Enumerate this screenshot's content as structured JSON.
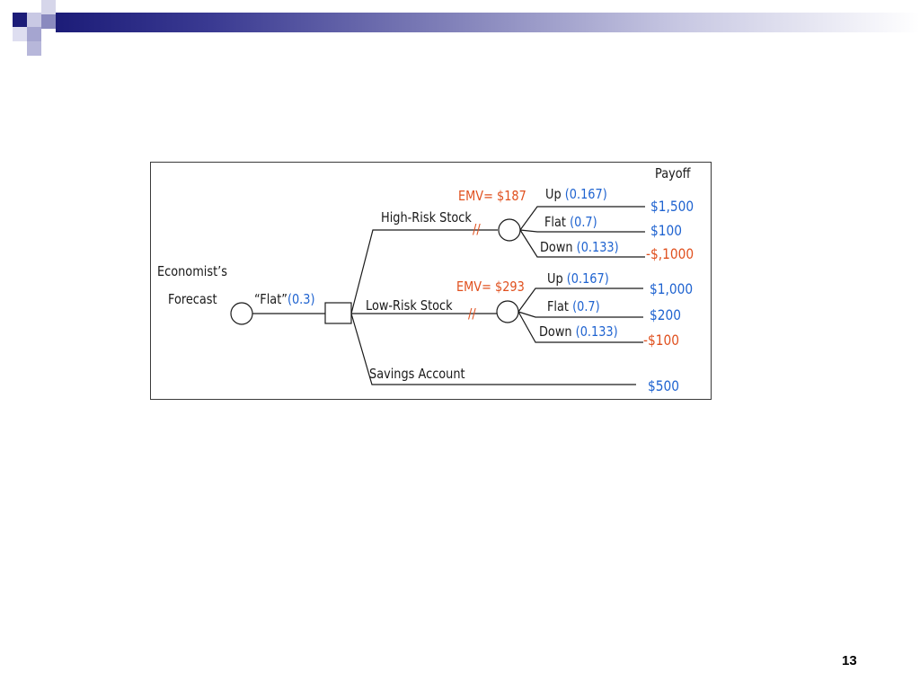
{
  "slide": {
    "page_number": "13"
  },
  "tree": {
    "payoff_header": "Payoff",
    "root": {
      "label_line1": "Economist’s",
      "label_line2": "Forecast"
    },
    "forecast_branch": {
      "label": "“Flat”",
      "prob": "(0.3)"
    },
    "alternatives": [
      {
        "name": "High-Risk Stock",
        "emv": "EMV= $187",
        "pruned_mark": "//",
        "outcomes": [
          {
            "label": "Up",
            "prob": "(0.167)",
            "payoff": "$1,500"
          },
          {
            "label": "Flat",
            "prob": "(0.7)",
            "payoff": "$100"
          },
          {
            "label": "Down",
            "prob": "(0.133)",
            "payoff": "-$,1000"
          }
        ]
      },
      {
        "name": "Low-Risk Stock",
        "emv": "EMV= $293",
        "pruned_mark": "//",
        "outcomes": [
          {
            "label": "Up",
            "prob": "(0.167)",
            "payoff": "$1,000"
          },
          {
            "label": "Flat",
            "prob": "(0.7)",
            "payoff": "$200"
          },
          {
            "label": "Down",
            "prob": "(0.133)",
            "payoff": "-$100"
          }
        ]
      },
      {
        "name": "Savings Account",
        "payoff": "$500"
      }
    ]
  },
  "colors": {
    "probability": "#1f63d0",
    "positive_payoff": "#1f63d0",
    "negative_payoff": "#e0501e",
    "emv": "#e0501e",
    "lines": "#1a1a1a"
  }
}
